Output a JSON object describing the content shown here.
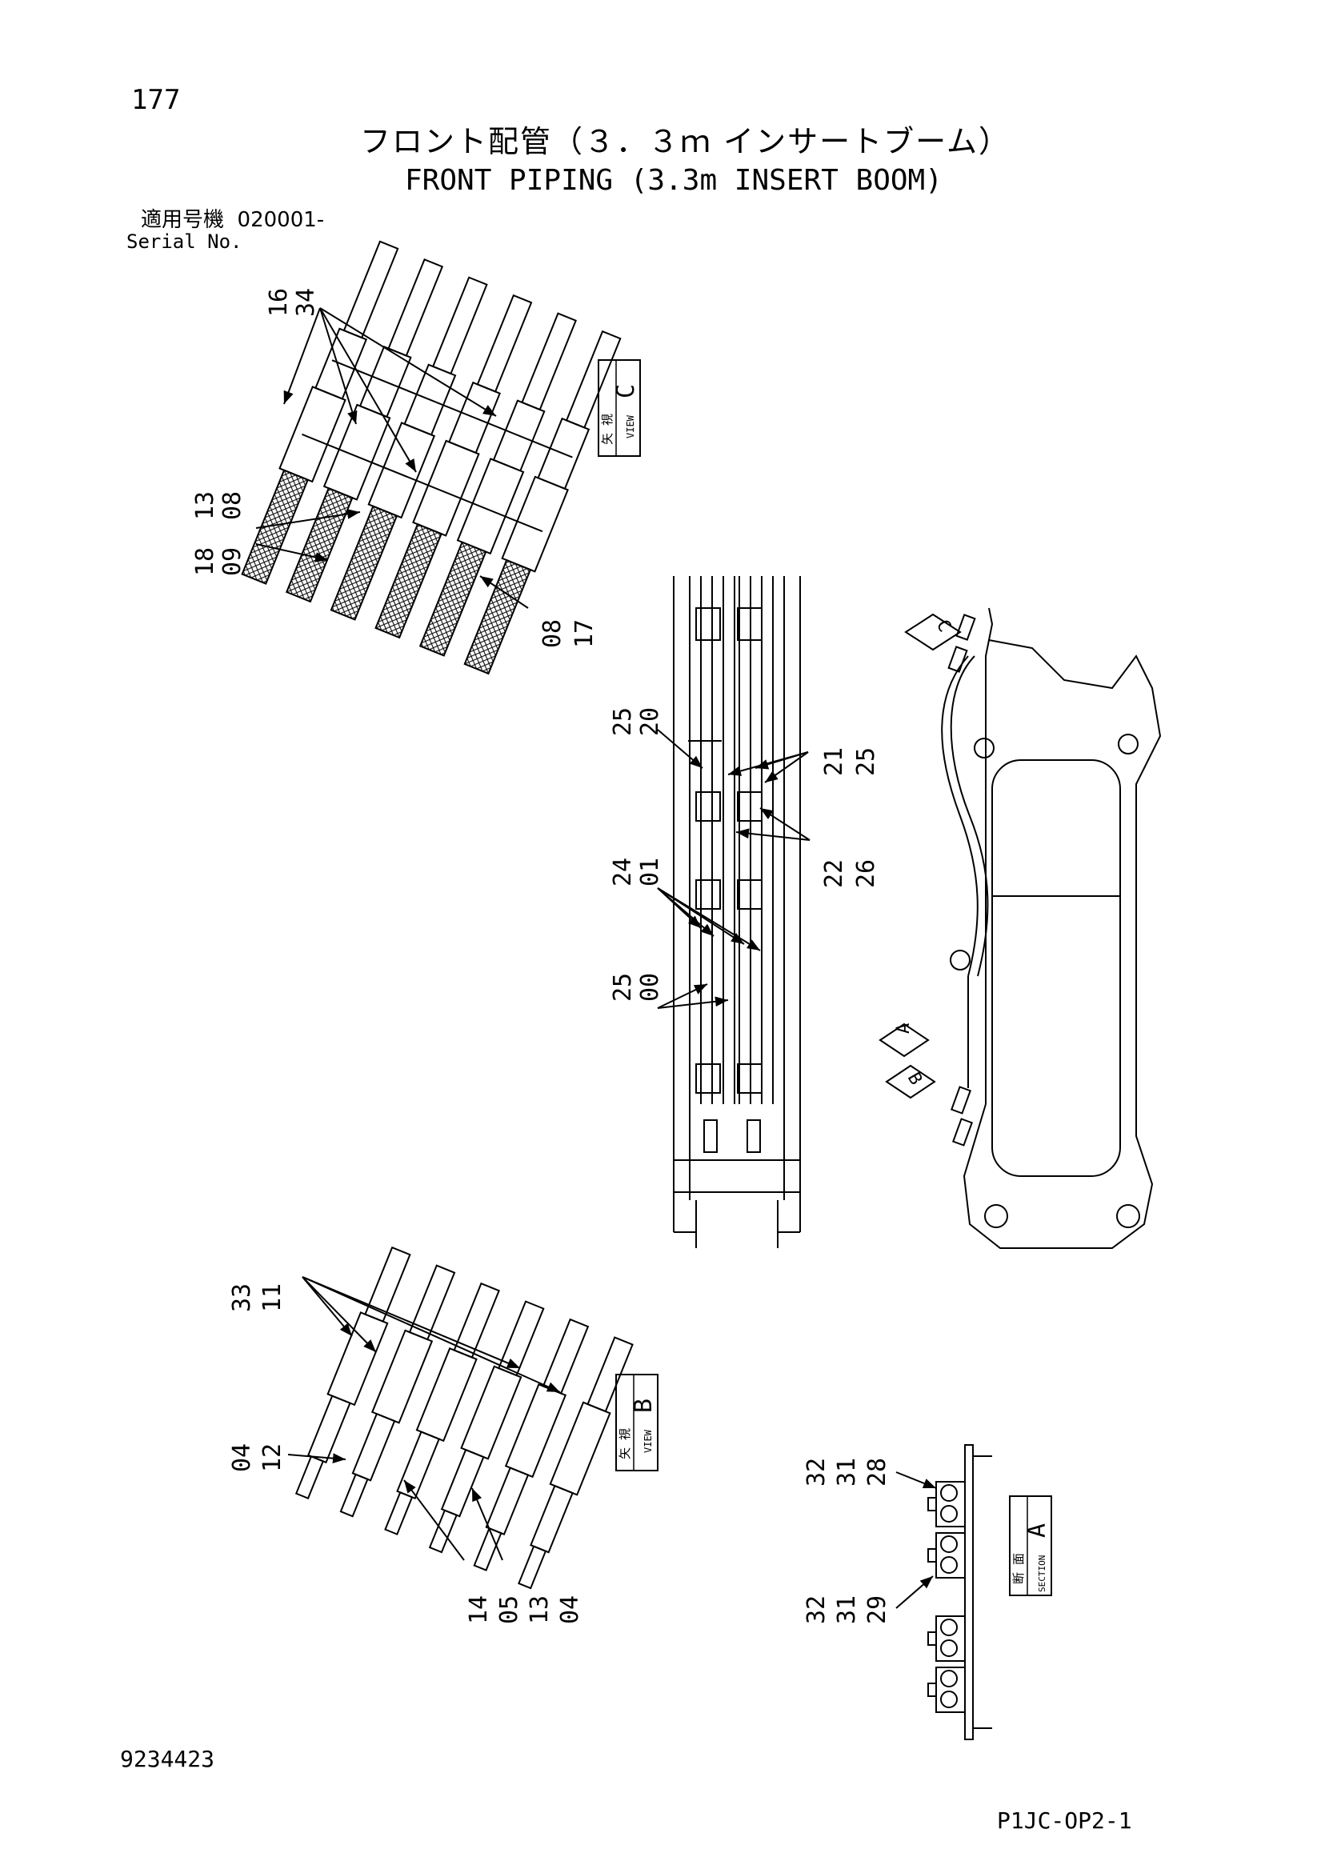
{
  "header": {
    "page_number": "177",
    "title_jp": "フロント配管（３．３ｍ インサートブーム）",
    "title_en": "FRONT PIPING (3.3m INSERT BOOM)",
    "serial_label_jp": "適用号機",
    "serial_value": "020001-",
    "serial_label_en": "Serial No."
  },
  "views": {
    "c": {
      "jp": "矢 視",
      "en": "VIEW",
      "letter": "C"
    },
    "b": {
      "jp": "矢 視",
      "en": "VIEW",
      "letter": "B"
    },
    "a": {
      "jp": "断 面",
      "en": "SECTION",
      "letter": "A"
    }
  },
  "markers": {
    "c": "C",
    "a": "A",
    "b": "B"
  },
  "callouts": {
    "c_16_34": [
      "16",
      "34"
    ],
    "c_13_08": [
      "13",
      "08"
    ],
    "c_18_09": [
      "18",
      "09"
    ],
    "c_08_17": [
      "08",
      "17"
    ],
    "m_25_20": [
      "25",
      "20"
    ],
    "m_21_25": [
      "21",
      "25"
    ],
    "m_24_01": [
      "24",
      "01"
    ],
    "m_22_26": [
      "22",
      "26"
    ],
    "m_25_00": [
      "25",
      "00"
    ],
    "b_33_11": [
      "33",
      "11"
    ],
    "b_04_12": [
      "04",
      "12"
    ],
    "b_14_05": [
      "14",
      "05"
    ],
    "b_13_04": [
      "13",
      "04"
    ],
    "a_32_31_28": [
      "32",
      "31",
      "28"
    ],
    "a_32_31_29": [
      "32",
      "31",
      "29"
    ]
  },
  "footer": {
    "doc_number": "9234423",
    "drawing_code": "P1JC-OP2-1"
  }
}
